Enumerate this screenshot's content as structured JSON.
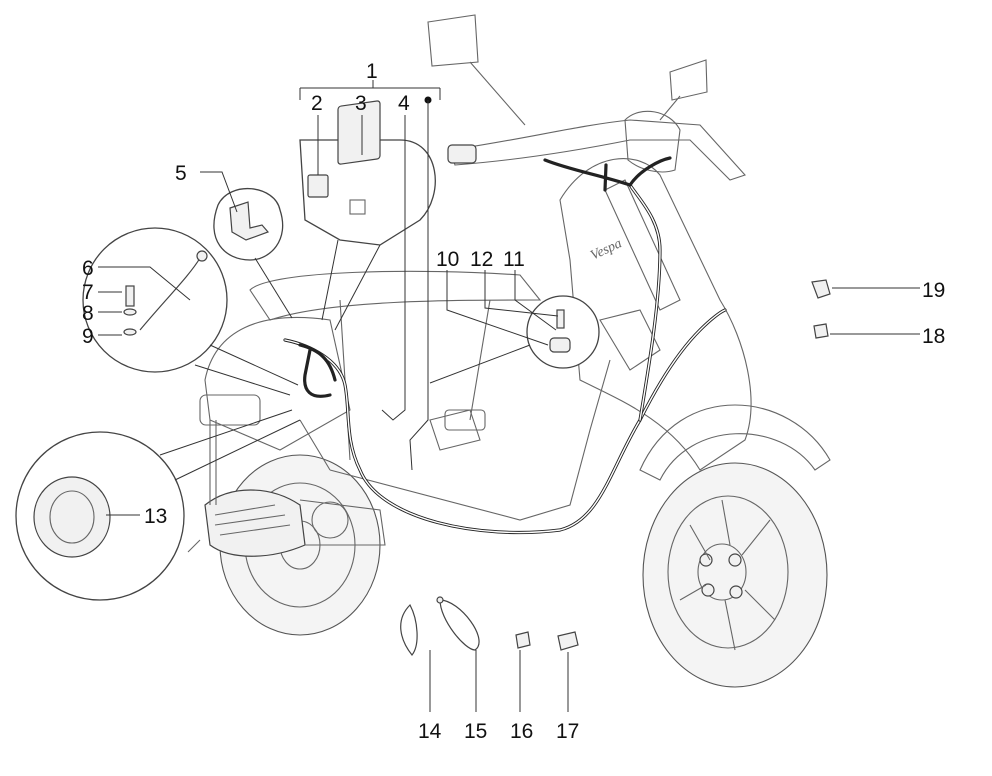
{
  "diagram": {
    "callouts": {
      "c1": "1",
      "c2": "2",
      "c3": "3",
      "c4": "4",
      "c5": "5",
      "c6": "6",
      "c7": "7",
      "c8": "8",
      "c9": "9",
      "c10": "10",
      "c11": "11",
      "c12": "12",
      "c13": "13",
      "c14": "14",
      "c15": "15",
      "c16": "16",
      "c17": "17",
      "c18": "18",
      "c19": "19"
    },
    "logo_text": "Vespa",
    "colors": {
      "line": "#333333",
      "cable": "#222222",
      "fill": "#f1f1f1"
    }
  }
}
